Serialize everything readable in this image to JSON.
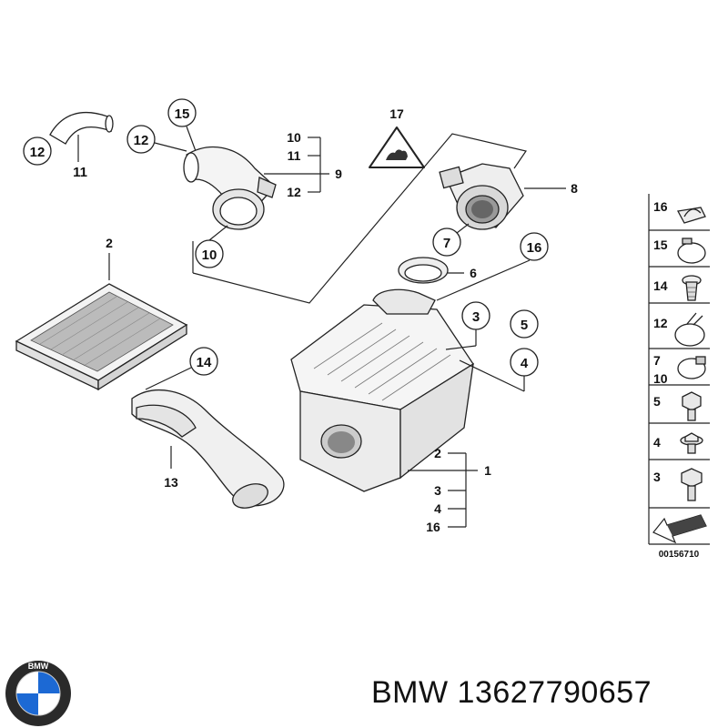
{
  "diagram_code": "00156710",
  "footer": {
    "brand": "BMW",
    "part_number": "13627790657"
  },
  "logo": {
    "text": "BMW",
    "colors": {
      "blue": "#1c69d4",
      "ring": "#1e1e1e",
      "white": "#ffffff"
    }
  },
  "callouts": {
    "c12a": "12",
    "c12b": "12",
    "c11": "11",
    "c15": "15",
    "c10a": "10",
    "c11b": "11",
    "c9": "9",
    "c12c": "12",
    "c10b": "10",
    "c17": "17",
    "c8": "8",
    "c7": "7",
    "c16": "16",
    "c6": "6",
    "c2": "2",
    "c14": "14",
    "c13": "13",
    "c3": "3",
    "c5": "5",
    "c4": "4",
    "c1": "1",
    "c1_2": "2",
    "c1_3": "3",
    "c1_4": "4",
    "c1_16": "16"
  },
  "legend": [
    {
      "num": "16",
      "icon": "clip-icon"
    },
    {
      "num": "15",
      "icon": "hose-clamp-icon"
    },
    {
      "num": "14",
      "icon": "push-rivet-icon"
    },
    {
      "num": "12",
      "icon": "spring-clamp-icon"
    },
    {
      "num": "7\n10",
      "num_a": "7",
      "num_b": "10",
      "icon": "band-clamp-icon"
    },
    {
      "num": "5",
      "icon": "hex-bolt-icon"
    },
    {
      "num": "4",
      "icon": "flange-bolt-icon"
    },
    {
      "num": "3",
      "icon": "hex-screw-icon"
    }
  ]
}
